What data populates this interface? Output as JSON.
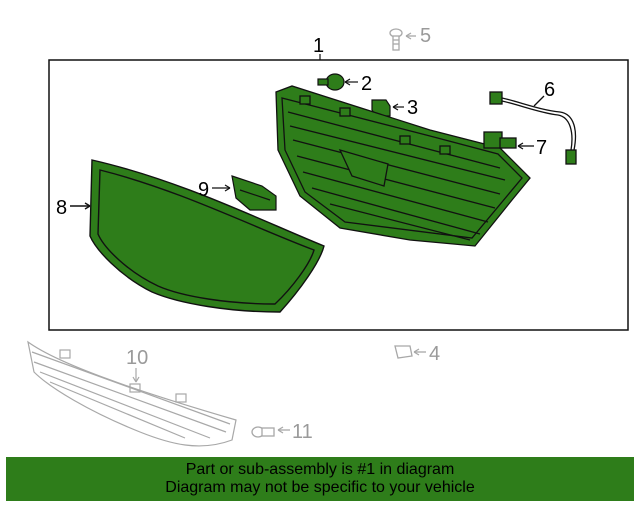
{
  "callouts": {
    "c1": "1",
    "c2": "2",
    "c3": "3",
    "c4": "4",
    "c5": "5",
    "c6": "6",
    "c7": "7",
    "c8": "8",
    "c9": "9",
    "c10": "10",
    "c11": "11"
  },
  "banner": {
    "line1": "Part or sub-assembly is #1 in diagram",
    "line2": "Diagram may not be specific to your vehicle"
  },
  "colors": {
    "highlight_fill": "#2e7d1a",
    "outline": "#111111",
    "ghost": "#a8a8a8"
  }
}
